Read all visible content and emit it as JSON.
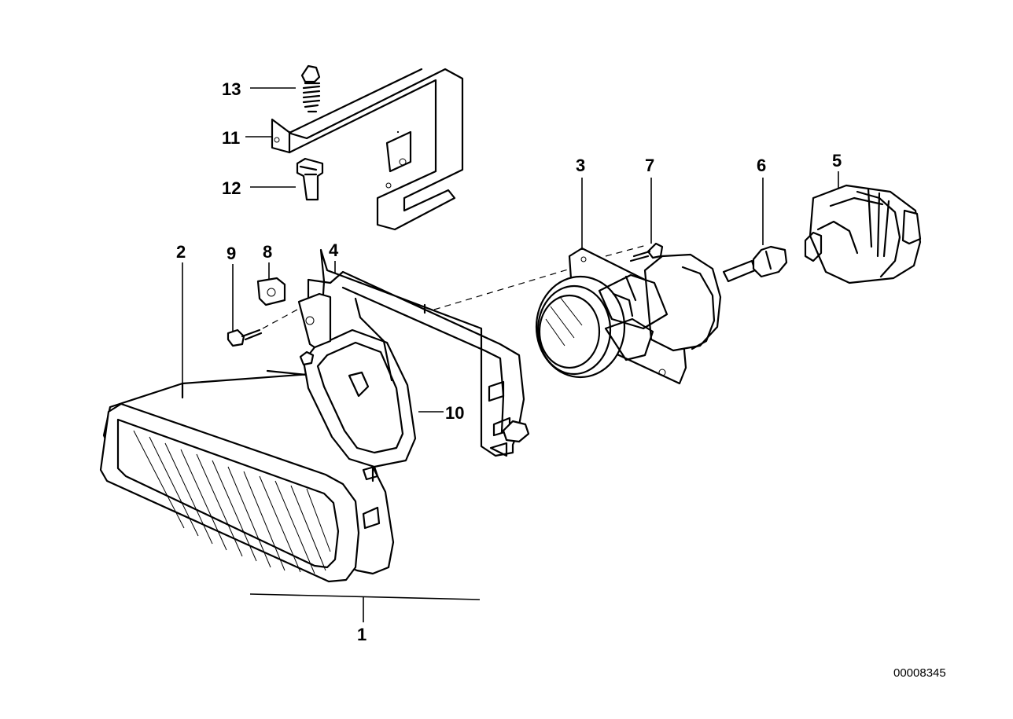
{
  "diagram": {
    "part_labels": {
      "p1": "1",
      "p2": "2",
      "p3": "3",
      "p4": "4",
      "p5": "5",
      "p6": "6",
      "p7": "7",
      "p8": "8",
      "p9": "9",
      "p10": "10",
      "p11": "11",
      "p12": "12",
      "p13": "13"
    },
    "drawing_number": "00008345"
  }
}
